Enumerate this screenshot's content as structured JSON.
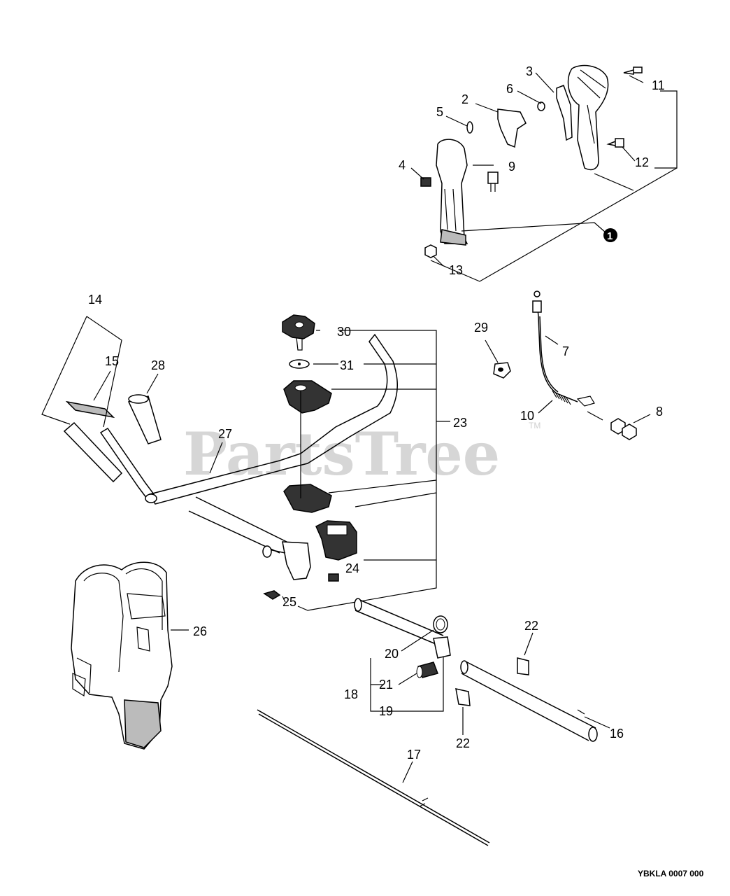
{
  "watermark": "PartsTree",
  "watermark_tm": "TM",
  "drawing_code": "YBKLA 0007 000",
  "callouts": {
    "c1": "1",
    "c2": "2",
    "c3": "3",
    "c4": "4",
    "c5": "5",
    "c6": "6",
    "c7": "7",
    "c8": "8",
    "c9": "9",
    "c10": "10",
    "c11": "11",
    "c12": "12",
    "c13": "13",
    "c14": "14",
    "c15": "15",
    "c16": "16",
    "c17": "17",
    "c18": "18",
    "c19": "19",
    "c20": "20",
    "c21": "21",
    "c22a": "22",
    "c22b": "22",
    "c23": "23",
    "c24": "24",
    "c25": "25",
    "c26": "26",
    "c27": "27",
    "c28": "28",
    "c29": "29",
    "c30": "30",
    "c31": "31"
  }
}
